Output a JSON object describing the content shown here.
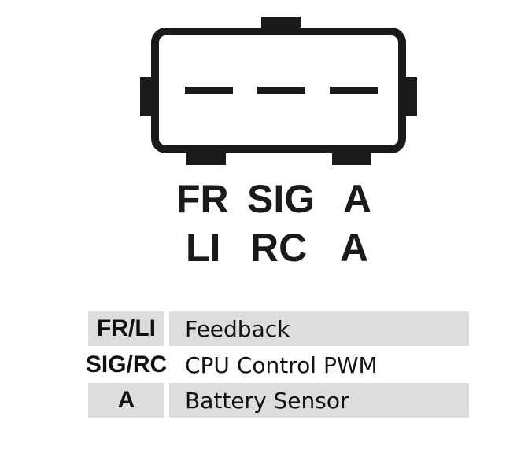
{
  "connector": {
    "top_labels": [
      "FR",
      "SIG",
      "A"
    ],
    "bottom_labels": [
      "LI",
      "RC",
      "A"
    ]
  },
  "legend": [
    {
      "pin": "FR/LI",
      "function": "Feedback"
    },
    {
      "pin": "SIG/RC",
      "function": "CPU Control PWM"
    },
    {
      "pin": "A",
      "function": "Battery Sensor"
    }
  ]
}
